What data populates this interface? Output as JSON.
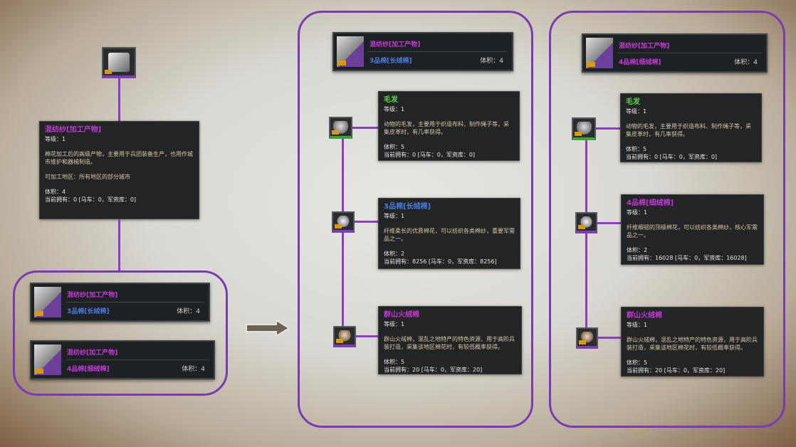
{
  "labels": {
    "level": "等级：",
    "volume": "体积：",
    "owned": "当前拥有："
  },
  "product": {
    "name": "混纺纱[加工产物]",
    "level": "等级：1",
    "desc": "棉花加工后的高级产物，主要用于兵团装备生产，也用作城市维护和器械制造。",
    "region": "可加工地区：所有地区的部分城市",
    "volume": "体积：4",
    "owned": "当前拥有：0 [马车：0，军资库：0]"
  },
  "recipes": [
    {
      "title": "混纺纱[加工产物]",
      "ingredient": "3品棉[长绒棉]",
      "volume": "体积：4"
    },
    {
      "title": "混纺纱[加工产物]",
      "ingredient": "4品棉[细绒棉]",
      "volume": "体积：4"
    }
  ],
  "materials": {
    "wool": {
      "name": "毛发",
      "level": "等级：1",
      "desc": "动物的毛发，主要用于织造布料、制作绳子等，采集皮革时，有几率获得。",
      "volume": "体积：5",
      "owned": "当前拥有：0 [马车：0，军资库：0]"
    },
    "cotton3": {
      "name": "3品棉[长绒棉]",
      "level": "等级：1",
      "desc": "纤维柔长的优质棉花，可以纺织各类棉纱，重要军需品之一。",
      "volume": "体积：2",
      "owned": "当前拥有：8256 [马车：0，军资库：8256]"
    },
    "cotton4": {
      "name": "4品棉[细绒棉]",
      "level": "等级：1",
      "desc": "纤维细韧的顶级棉花，可以纺织各类棉纱，核心军需品之一。",
      "volume": "体积：2",
      "owned": "当前拥有：16028 [马车：0，军资库：16028]"
    },
    "fire": {
      "name": "群山火绒棉",
      "level": "等级：1",
      "desc": "群山火绒棉，混乱之地特产的特色资源，用于高阶兵装打造，采集该地区棉花时，有较低概率获得。",
      "volume": "体积：5",
      "owned": "当前拥有：20 [马车：0，军资库：20]"
    }
  }
}
